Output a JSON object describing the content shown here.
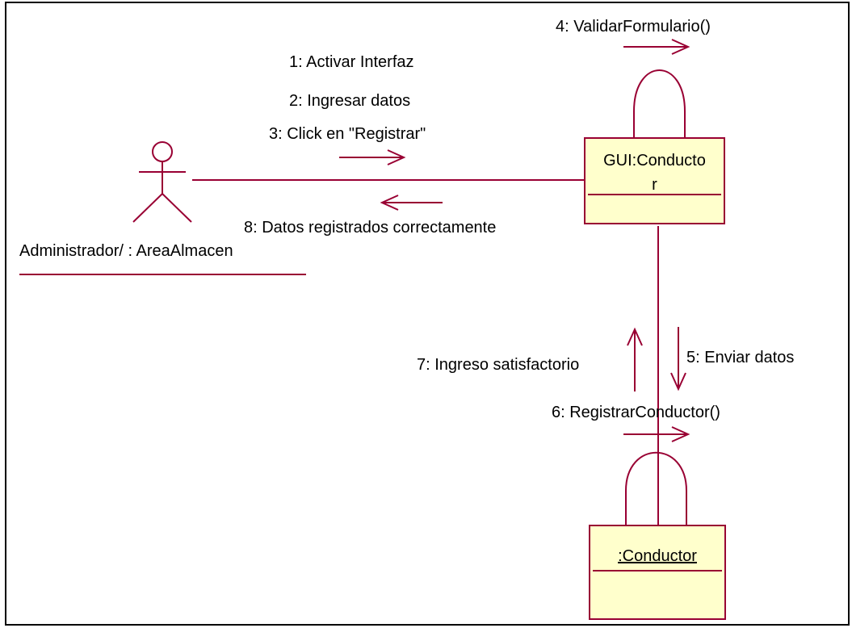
{
  "diagram": {
    "actor": {
      "name": "Administrador/ : AreaAlmacen"
    },
    "objects": {
      "gui": {
        "name_line1": "GUI:Conducto",
        "name_line2": "r"
      },
      "entity": {
        "name": ":Conductor"
      }
    },
    "messages": {
      "m1": "1: Activar Interfaz",
      "m2": "2: Ingresar datos",
      "m3": "3: Click en \"Registrar\"",
      "m4": "4: ValidarFormulario()",
      "m5": "5: Enviar datos",
      "m6": "6: RegistrarConductor()",
      "m7": "7: Ingreso satisfactorio",
      "m8": "8: Datos registrados correctamente"
    },
    "colors": {
      "line": "#990033",
      "object_fill": "#ffffcc",
      "text": "#000000"
    }
  }
}
